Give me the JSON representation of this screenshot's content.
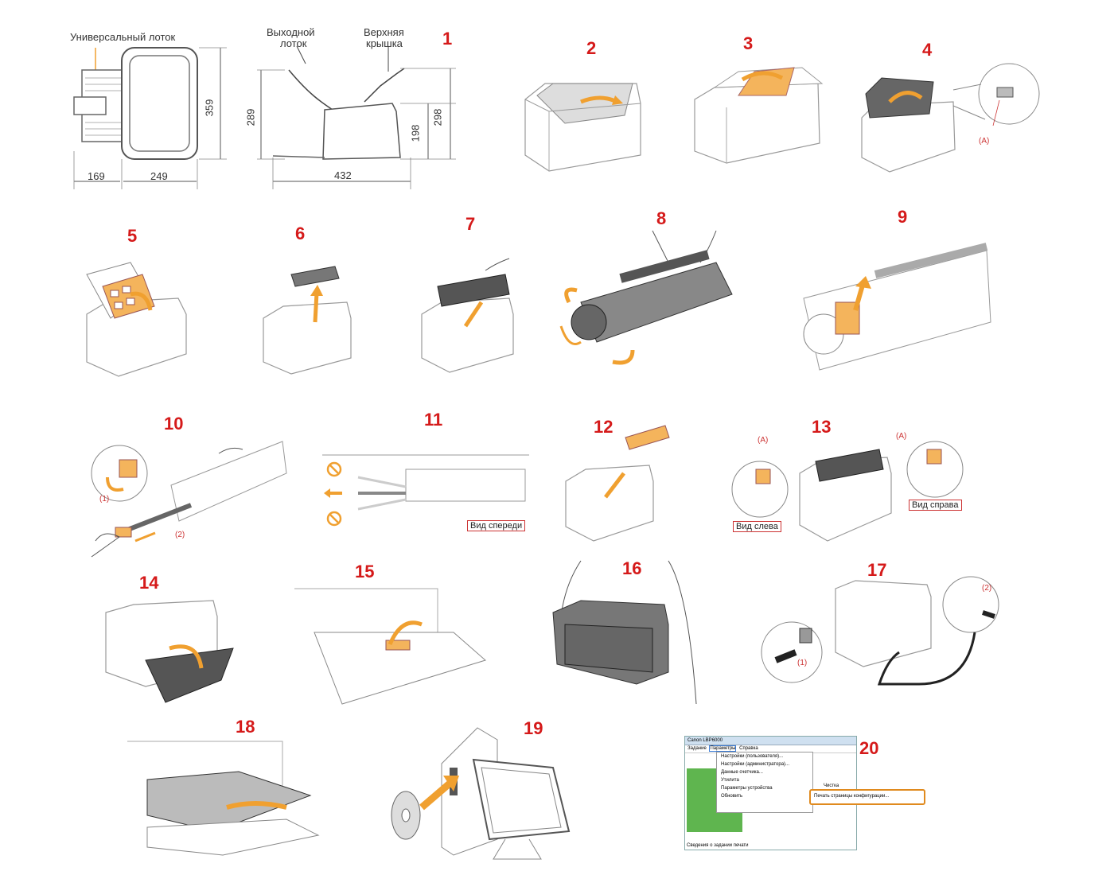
{
  "steps": [
    {
      "number": "1"
    },
    {
      "number": "2"
    },
    {
      "number": "3"
    },
    {
      "number": "4"
    },
    {
      "number": "5"
    },
    {
      "number": "6"
    },
    {
      "number": "7"
    },
    {
      "number": "8"
    },
    {
      "number": "9"
    },
    {
      "number": "10"
    },
    {
      "number": "11"
    },
    {
      "number": "12"
    },
    {
      "number": "13"
    },
    {
      "number": "14"
    },
    {
      "number": "15"
    },
    {
      "number": "16"
    },
    {
      "number": "17"
    },
    {
      "number": "18"
    },
    {
      "number": "19"
    },
    {
      "number": "20"
    }
  ],
  "step1": {
    "tray_label": "Универсальный лоток",
    "output_tray_label_1": "Выходной",
    "output_tray_label_2": "лоток",
    "top_cover_label_1": "Верхняя",
    "top_cover_label_2": "крышка",
    "dim_169": "169",
    "dim_249": "249",
    "dim_359": "359",
    "dim_289": "289",
    "dim_432": "432",
    "dim_198": "198",
    "dim_298": "298"
  },
  "step4": {
    "callout": "(A)"
  },
  "step10": {
    "callout_1": "(1)",
    "callout_2": "(2)"
  },
  "step11": {
    "view_label": "Вид спереди"
  },
  "step13": {
    "left_view": "Вид слева",
    "right_view": "Вид справа",
    "callout_left": "(A)",
    "callout_right": "(A)"
  },
  "step17": {
    "callout_1": "(1)",
    "callout_2": "(2)"
  },
  "step20": {
    "window_title": "Canon LBP6000",
    "menu_bar": [
      "Задание",
      "Параметры",
      "Справка"
    ],
    "menu_items": [
      "Настройки (пользователя)...",
      "Настройки (администратора)...",
      "Данные счетчика...",
      "Утилита",
      "Параметры устройства",
      "Обновить"
    ],
    "submenu_item": "Печать страницы конфигурации...",
    "submenu_clean": "Чистка",
    "status_bar": "Сведения о задании печати"
  },
  "colors": {
    "step_number": "#d51a1a",
    "arrow": "#f0a030",
    "outline": "#888888"
  }
}
